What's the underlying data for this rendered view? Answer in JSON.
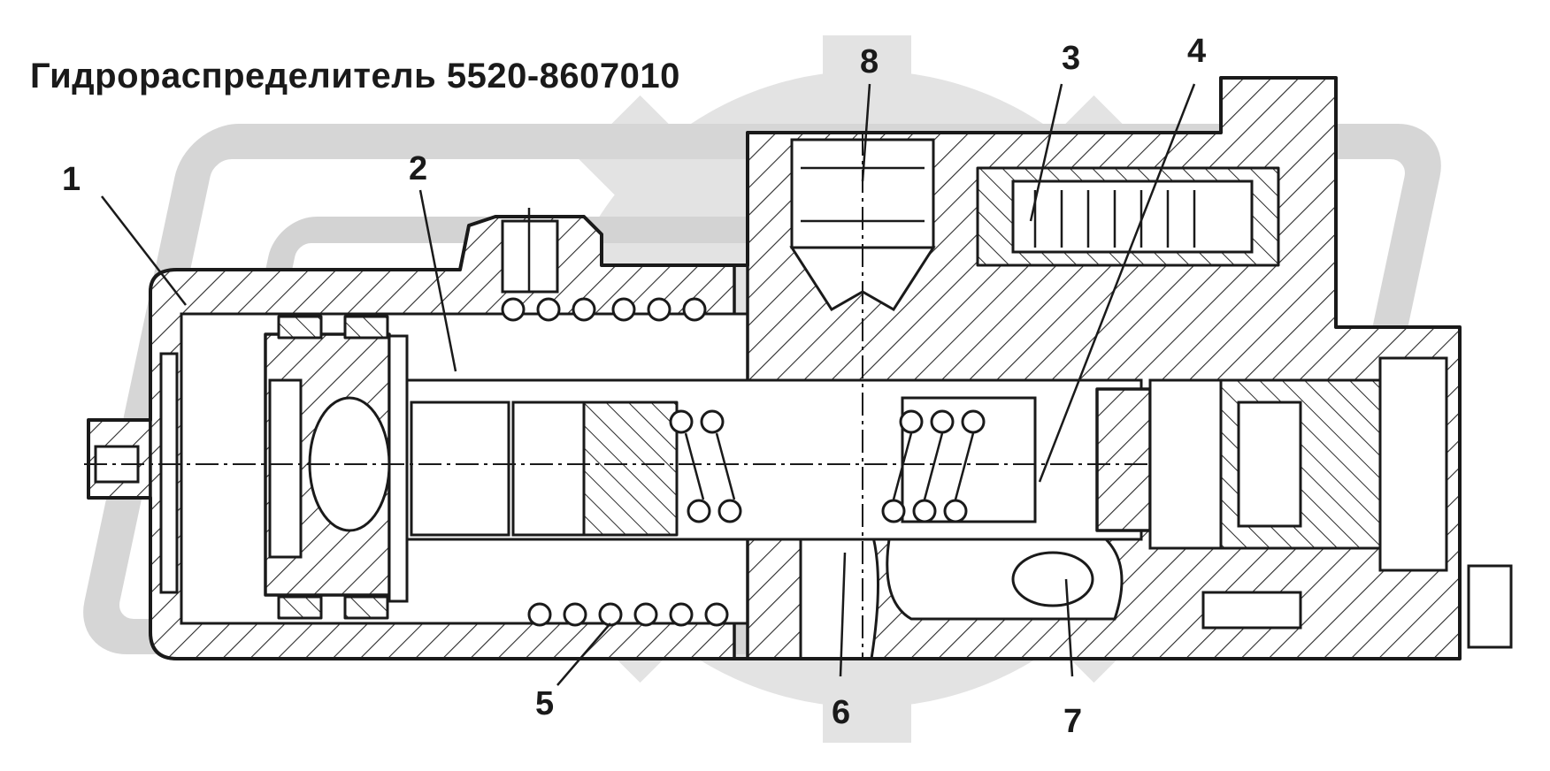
{
  "title": "Гидрораспределитель 5520-8607010",
  "callouts": [
    {
      "label": "1"
    },
    {
      "label": "2"
    },
    {
      "label": "3"
    },
    {
      "label": "4"
    },
    {
      "label": "5"
    },
    {
      "label": "6"
    },
    {
      "label": "7"
    },
    {
      "label": "8"
    }
  ],
  "colors": {
    "ink": "#1a1a1a",
    "watermark": "#d9d9d9",
    "background": "#ffffff"
  }
}
